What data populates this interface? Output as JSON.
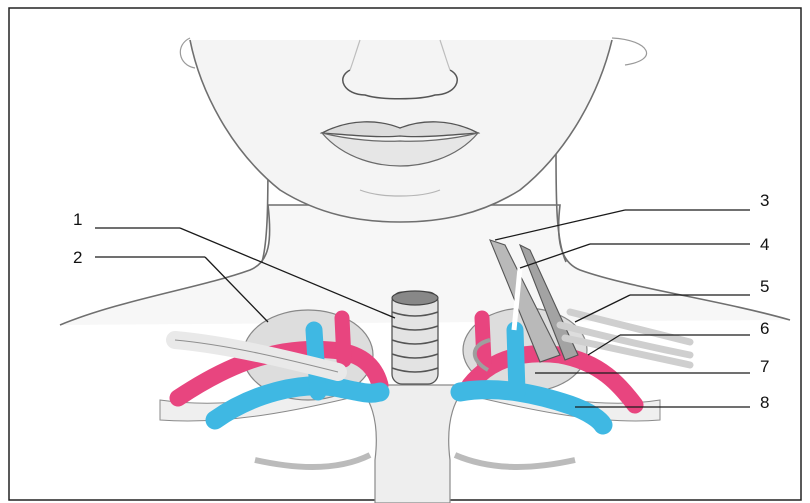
{
  "figure": {
    "subject": "neck-anatomy",
    "colors": {
      "artery": "#e8457f",
      "vein": "#3fb8e3",
      "skin_line": "#6f6f6f",
      "skin_fill": "#f4f4f4",
      "bone": "#eeeeee"
    }
  },
  "callouts": [
    {
      "id": "1",
      "label": "1"
    },
    {
      "id": "2",
      "label": "2"
    },
    {
      "id": "3",
      "label": "3"
    },
    {
      "id": "4",
      "label": "4"
    },
    {
      "id": "5",
      "label": "5"
    },
    {
      "id": "6",
      "label": "6"
    },
    {
      "id": "7",
      "label": "7"
    },
    {
      "id": "8",
      "label": "8"
    }
  ]
}
